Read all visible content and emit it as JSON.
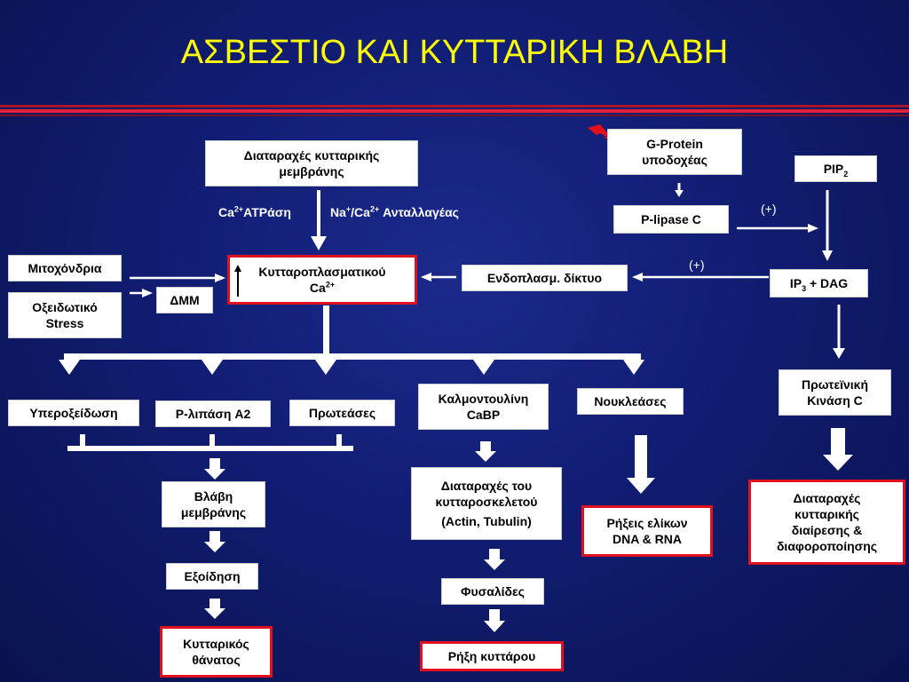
{
  "title": "ΑΣΒΕΣΤΙΟ ΚΑΙ ΚΥΤΤΑΡΙΚΗ ΒΛΑΒΗ",
  "nodes": {
    "membrane_disorder_l1": "Διαταραχές κυτταρικής",
    "membrane_disorder_l2": "μεμβράνης",
    "atpase_base": "Ca",
    "atpase_sup": "2+",
    "atpase_rest": "ATPάση",
    "exchanger_na": "Na",
    "exchanger_na_sup": "+",
    "exchanger_slash_ca": "/Ca",
    "exchanger_ca_sup": "2+",
    "exchanger_rest": " Ανταλλαγέας",
    "mitochondria": "Μιτοχόνδρια",
    "oxidative_l1": "Οξειδωτικό",
    "oxidative_l2": "Stress",
    "dmm": "ΔΜΜ",
    "cytoplasmic_l1": "Κυτταροπλασματικού",
    "cytoplasmic_l2_base": "Ca",
    "cytoplasmic_l2_sup": "2+",
    "er": "Ενδοπλασμ. δίκτυο",
    "gprotein_l1": "G-Protein",
    "gprotein_l2": "υποδοχέας",
    "plipase": "P-lipase C",
    "pip_base": "PIP",
    "pip_sub": "2",
    "ip3_base": "IP",
    "ip3_sub": "3",
    "ip3_rest": " + DAG",
    "plus_top": "(+)",
    "plus_mid": "(+)",
    "pkc_l1": "Πρωτεϊνική",
    "pkc_l2": "Κινάση C",
    "peroxidation": "Υπεροξείδωση",
    "pla2": "P-λιπάση A2",
    "proteases": "Πρωτεάσες",
    "calmodulin_l1": "Καλμοντουλίνη",
    "calmodulin_l2": "CaBP",
    "nucleases": "Νουκλεάσες",
    "membrane_damage_l1": "Βλάβη",
    "membrane_damage_l2": "μεμβράνης",
    "swelling": "Εξοίδηση",
    "cell_death_l1": "Κυτταρικός",
    "cell_death_l2": "θάνατος",
    "cytoskeleton_l1": "Διαταραχές του",
    "cytoskeleton_l2": "κυτταροσκελετού",
    "cytoskeleton_l3": "(Actin, Tubulin)",
    "vesicles": "Φυσαλίδες",
    "rupture": "Ρήξη κυττάρου",
    "dna_l1": "Ρήξεις ελίκων",
    "dna_l2": "DNA & RNA",
    "division_l1": "Διαταραχές",
    "division_l2": "κυτταρικής",
    "division_l3": "διαίρεσης &",
    "division_l4": "διαφοροποίησης"
  },
  "colors": {
    "background": "#111d72",
    "title": "#ffff00",
    "accent_red": "#e0101e",
    "arrow": "#ffffff"
  },
  "icons": [
    "lightning-bolt-icon",
    "up-arrow-icon"
  ]
}
